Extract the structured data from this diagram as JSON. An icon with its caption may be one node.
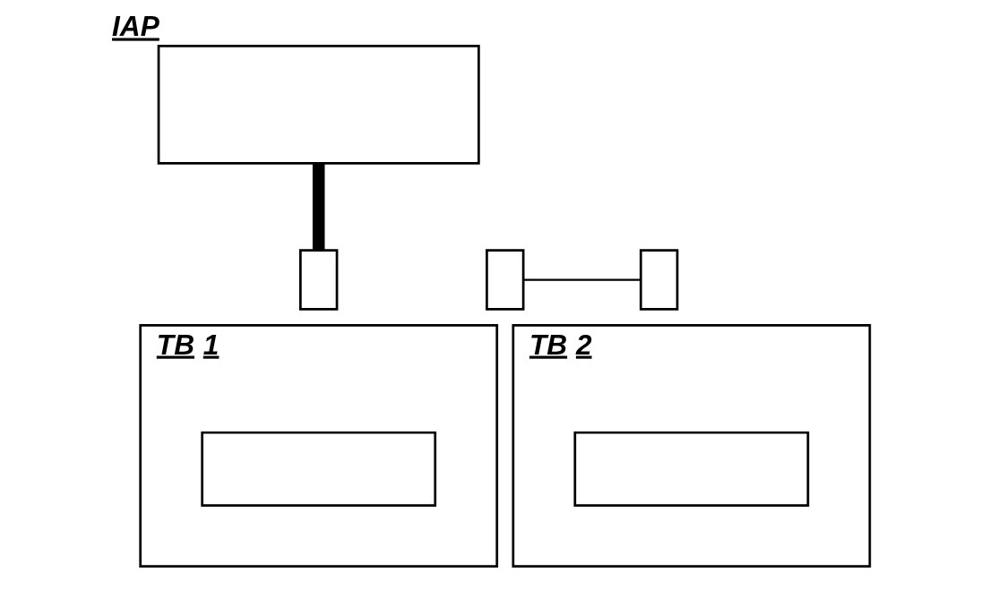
{
  "diagram": {
    "nodes": [
      {
        "text": [],
        "shape": "box",
        "beside": [
          "IAP"
        ]
      },
      {
        "text": [],
        "shape": "box",
        "beside": [
          "TB 1"
        ]
      },
      {
        "text": [],
        "shape": "box"
      },
      {
        "text": [],
        "shape": "box"
      },
      {
        "text": [],
        "shape": "box",
        "in": 1
      },
      {
        "text": [],
        "shape": "box",
        "beside": [
          "TB 2"
        ]
      },
      {
        "text": [],
        "shape": "box"
      },
      {
        "text": [],
        "shape": "box",
        "in": 5
      }
    ],
    "edges": [
      {
        "from": 0,
        "to": 2,
        "arrow": "none",
        "style": "thick"
      },
      {
        "from": 3,
        "to": 6,
        "arrow": "none"
      }
    ]
  }
}
